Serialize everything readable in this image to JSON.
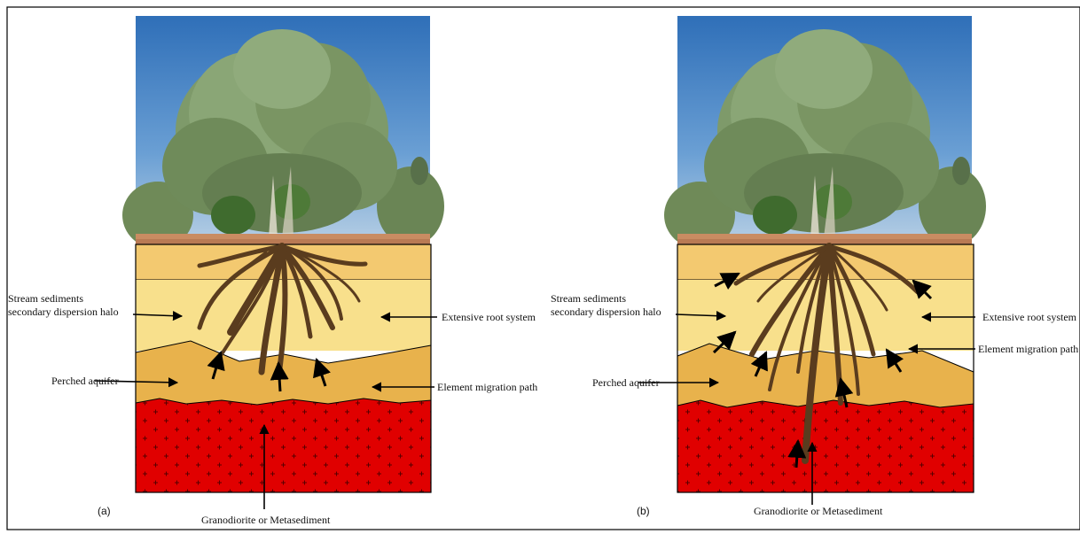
{
  "panels": [
    {
      "tag": "(a)",
      "labels": {
        "stream_sediments": "Stream sediments",
        "secondary_halo": "secondary dispersion halo",
        "perched_aquifer": "Perched aquifer",
        "extensive_root": "Extensive root system",
        "element_migration": "Element migration path",
        "bedrock": "Granodiorite or Metasediment"
      }
    },
    {
      "tag": "(b)",
      "labels": {
        "stream_sediments": "Stream sediments",
        "secondary_halo": "secondary dispersion halo",
        "perched_aquifer": "Perched aquifer",
        "extensive_root": "Extensive root system",
        "element_migration": "Element migration path",
        "bedrock": "Granodiorite or Metasediment"
      }
    }
  ],
  "colors": {
    "sky_top": "#2f6fb8",
    "sky_bottom": "#8fb8de",
    "foliage": "#5f7d4a",
    "soil_top": "#f3c970",
    "sediment": "#f8e08c",
    "aquifer": "#e8b24c",
    "bedrock": "#e00000",
    "roots": "#5a3c1e"
  }
}
